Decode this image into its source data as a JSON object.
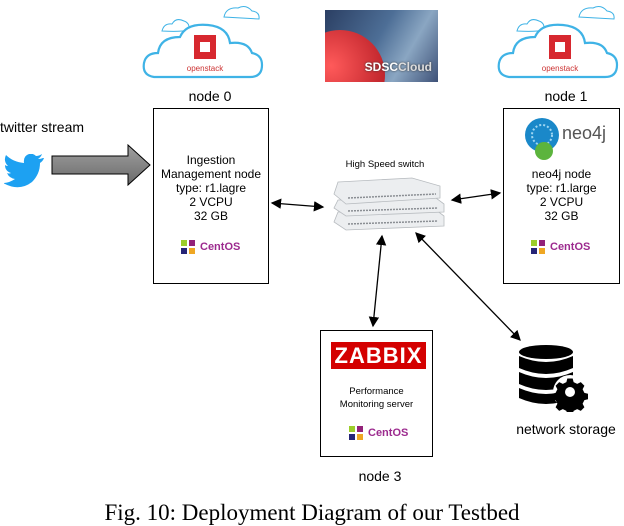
{
  "nodes": {
    "node0": {
      "label": "node 0",
      "cloud_logo_text": "openstack",
      "lines": [
        "Ingestion",
        "Management node",
        "type: r1.lagre",
        "2 VCPU",
        "32 GB"
      ],
      "os": "CentOS"
    },
    "node1": {
      "label": "node 1",
      "cloud_logo_text": "openstack",
      "logo_text": "neo4j",
      "lines": [
        "neo4j node",
        "type: r1.large",
        "2 VCPU",
        "32 GB"
      ],
      "os": "CentOS"
    },
    "node3": {
      "label": "node 3",
      "logo_text": "ZABBIX",
      "lines": [
        "Performance",
        "Monitoring server"
      ],
      "os": "CentOS"
    }
  },
  "sdsc_logo": {
    "text_a": "SDSC",
    "text_b": "Cloud"
  },
  "twitter": {
    "label": "twitter stream"
  },
  "switch": {
    "label": "High Speed switch"
  },
  "storage": {
    "label": "network storage"
  },
  "caption": "Fig. 10: Deployment Diagram of our Testbed",
  "colors": {
    "cloud": "#3fb3e6",
    "openstack_red": "#d7282f",
    "twitter": "#1da1f2",
    "zabbix": "#d40000",
    "centos": "#9c2a8e",
    "neo4j": "#1a88c9"
  }
}
